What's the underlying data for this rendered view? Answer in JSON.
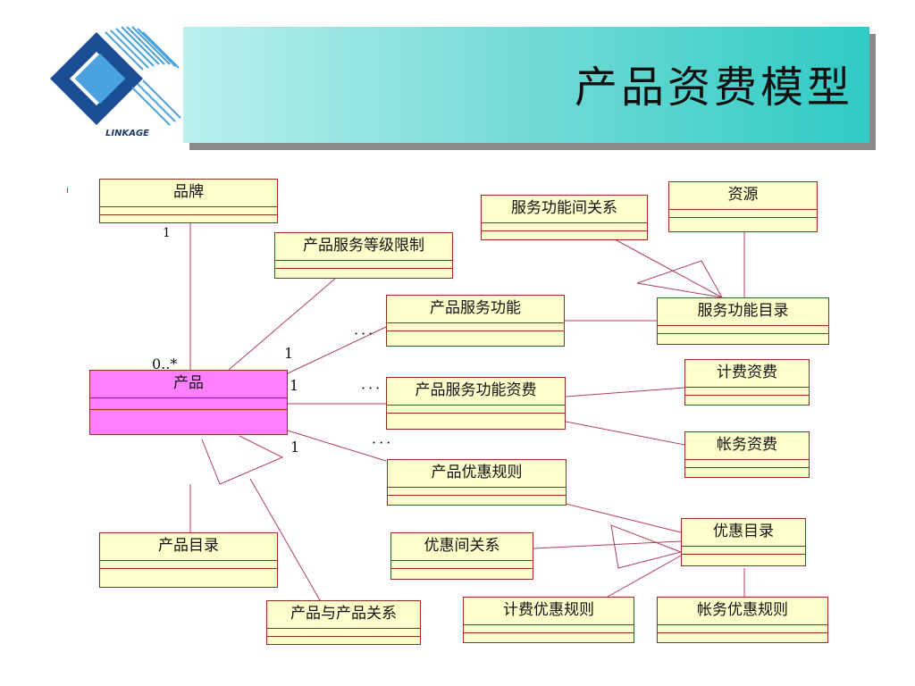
{
  "header": {
    "title": "产品资费模型",
    "logo_text": "LINKAGE",
    "colors": {
      "band_start": "#b9f0ee",
      "band_end": "#2fcbc4",
      "logo_dark": "#1a4f94",
      "logo_light": "#4aa3dc"
    }
  },
  "diagram": {
    "classes": {
      "brand": "品牌",
      "product_service_level_limit": "产品服务等级限制",
      "service_function_relation": "服务功能间关系",
      "resource": "资源",
      "product_service_function": "产品服务功能",
      "service_function_catalog": "服务功能目录",
      "product": "产品",
      "product_service_function_tariff": "产品服务功能资费",
      "billing_tariff": "计费资费",
      "account_tariff": "帐务资费",
      "product_discount_rule": "产品优惠规则",
      "product_catalog": "产品目录",
      "discount_relation": "优惠间关系",
      "discount_catalog": "优惠目录",
      "product_relation": "产品与产品关系",
      "billing_discount_rule": "计费优惠规则",
      "account_discount_rule": "帐务优惠规则"
    },
    "multiplicities": {
      "brand_end": "1",
      "product_brand_end": "0..*",
      "psf_one": "1",
      "psft_one": "1",
      "pdr_one": "1",
      "psf_many": "···",
      "psft_many": "···",
      "pdr_many": "···"
    },
    "colors": {
      "class_fill": "#ffffcc",
      "product_fill": "#ff80ff",
      "border": "#9a2a2a",
      "line": "#b0405a"
    }
  }
}
